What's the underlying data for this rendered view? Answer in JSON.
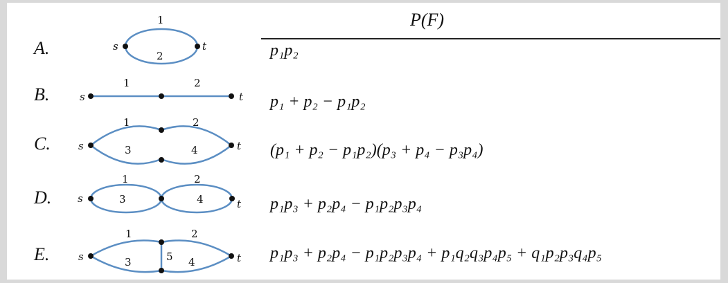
{
  "header": "P(F)",
  "rows": [
    {
      "letter": "A.",
      "formula": "p₁p₂",
      "s": "s",
      "t": "t",
      "edges": [
        "1",
        "2"
      ]
    },
    {
      "letter": "B.",
      "formula": "p₁ + p₂ − p₁p₂",
      "s": "s",
      "t": "t",
      "edges": [
        "1",
        "2"
      ]
    },
    {
      "letter": "C.",
      "formula": "(p₁ + p₂ − p₁p₂)(p₃ + p₄ − p₃p₄)",
      "s": "s",
      "t": "t",
      "edges": [
        "1",
        "2",
        "3",
        "4"
      ]
    },
    {
      "letter": "D.",
      "formula": "p₁p₃ + p₂p₄ − p₁p₂p₃p₄",
      "s": "s",
      "t": "t",
      "edges": [
        "1",
        "2",
        "3",
        "4"
      ]
    },
    {
      "letter": "E.",
      "formula": "p₁p₃ + p₂p₄ − p₁p₂p₃p₄ + p₁q₂q₃p₄p₅ + q₁p₂p₃q₄p₅",
      "s": "s",
      "t": "t",
      "edges": [
        "1",
        "2",
        "3",
        "5",
        "4"
      ]
    }
  ],
  "colors": {
    "edge": "#5b8ec3",
    "node": "#111111",
    "background": "#d9d9d9"
  }
}
